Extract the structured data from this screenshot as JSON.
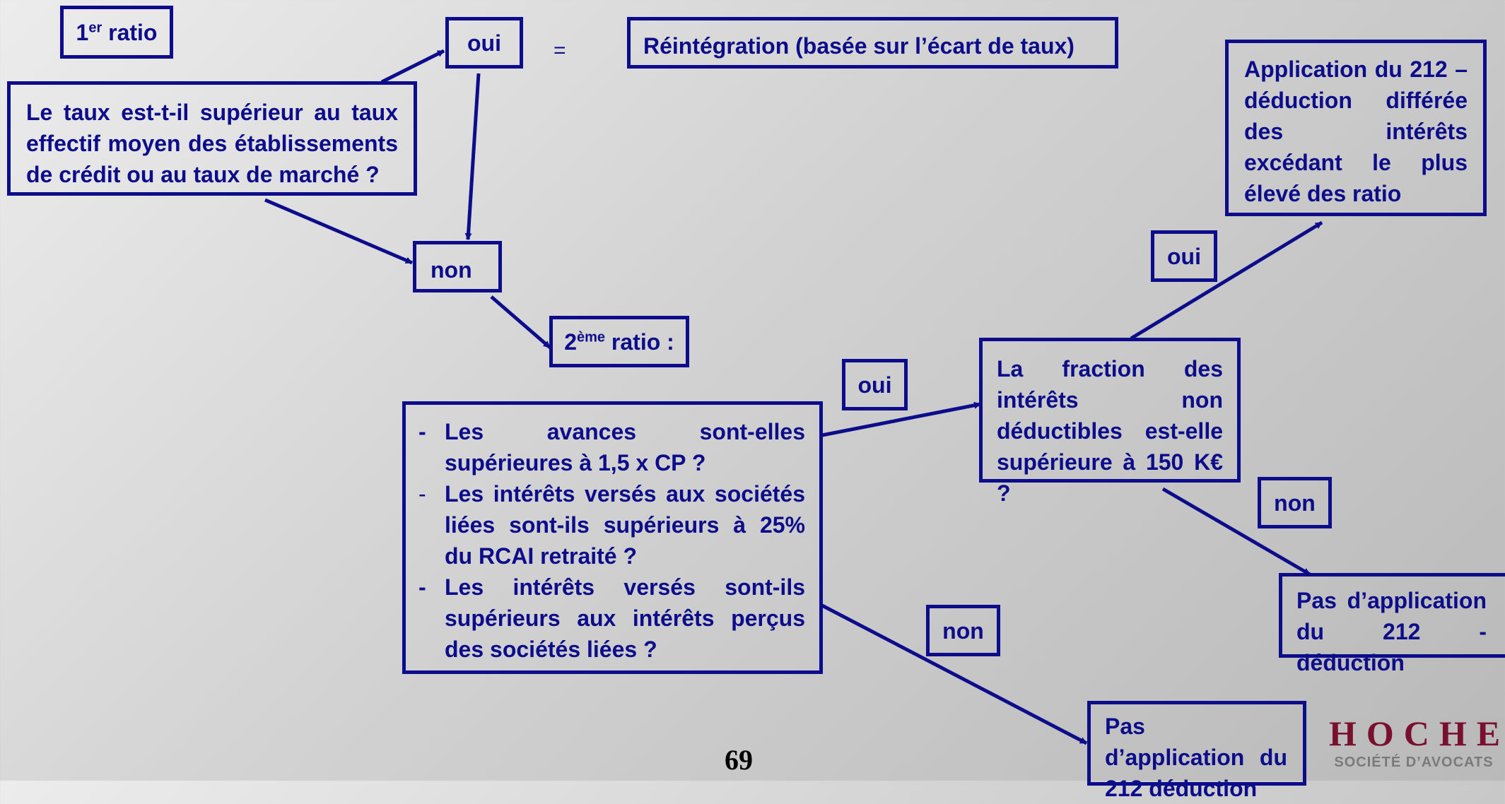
{
  "diagram": {
    "first_ratio": {
      "number": "1",
      "suffix": "er",
      "label": "ratio"
    },
    "question_rate": "Le taux est-t-il supérieur au taux effectif moyen des établissements de crédit ou au taux de marché ?",
    "yes_1": "oui",
    "equals_sign": "=",
    "reintegration": "Réintégration (basée sur l’écart de taux)",
    "no_1": "non",
    "second_ratio": {
      "number": "2",
      "suffix": "ème",
      "label": "ratio :"
    },
    "questions_list": [
      {
        "bullet": "-",
        "text": "Les avances sont-elles supérieures à 1,5 x CP ?"
      },
      {
        "bullet": "-",
        "text": " Les intérêts versés aux sociétés liées sont-ils supérieurs à 25% du RCAI retraité ?"
      },
      {
        "bullet": "-",
        "text": " Les intérêts versés sont-ils supérieurs aux intérêts perçus des sociétés liées ?"
      }
    ],
    "yes_2": "oui",
    "question_fraction": "La fraction des intérêts non déductibles est-elle supérieure à 150 K€ ?",
    "yes_3": "oui",
    "application_212": "Application du 212 – déduction différée des intérêts excédant le plus élevé des ratio",
    "no_3": "non",
    "no_application_right": "Pas d’application du 212 - déduction",
    "no_2": "non",
    "no_application_bottom": "Pas d’application du 212 déduction"
  },
  "footer": {
    "page_number": "69",
    "logo_name": "HOCHE",
    "logo_subtitle": "SOCIÉTÉ D’AVOCATS"
  },
  "colors": {
    "box_border": "#0d0d8c",
    "text": "#0d0d8c",
    "logo_main": "#7a1030",
    "logo_sub": "#7a7a7a",
    "background_light": "#ececec",
    "background_dark": "#b9b9b9"
  }
}
